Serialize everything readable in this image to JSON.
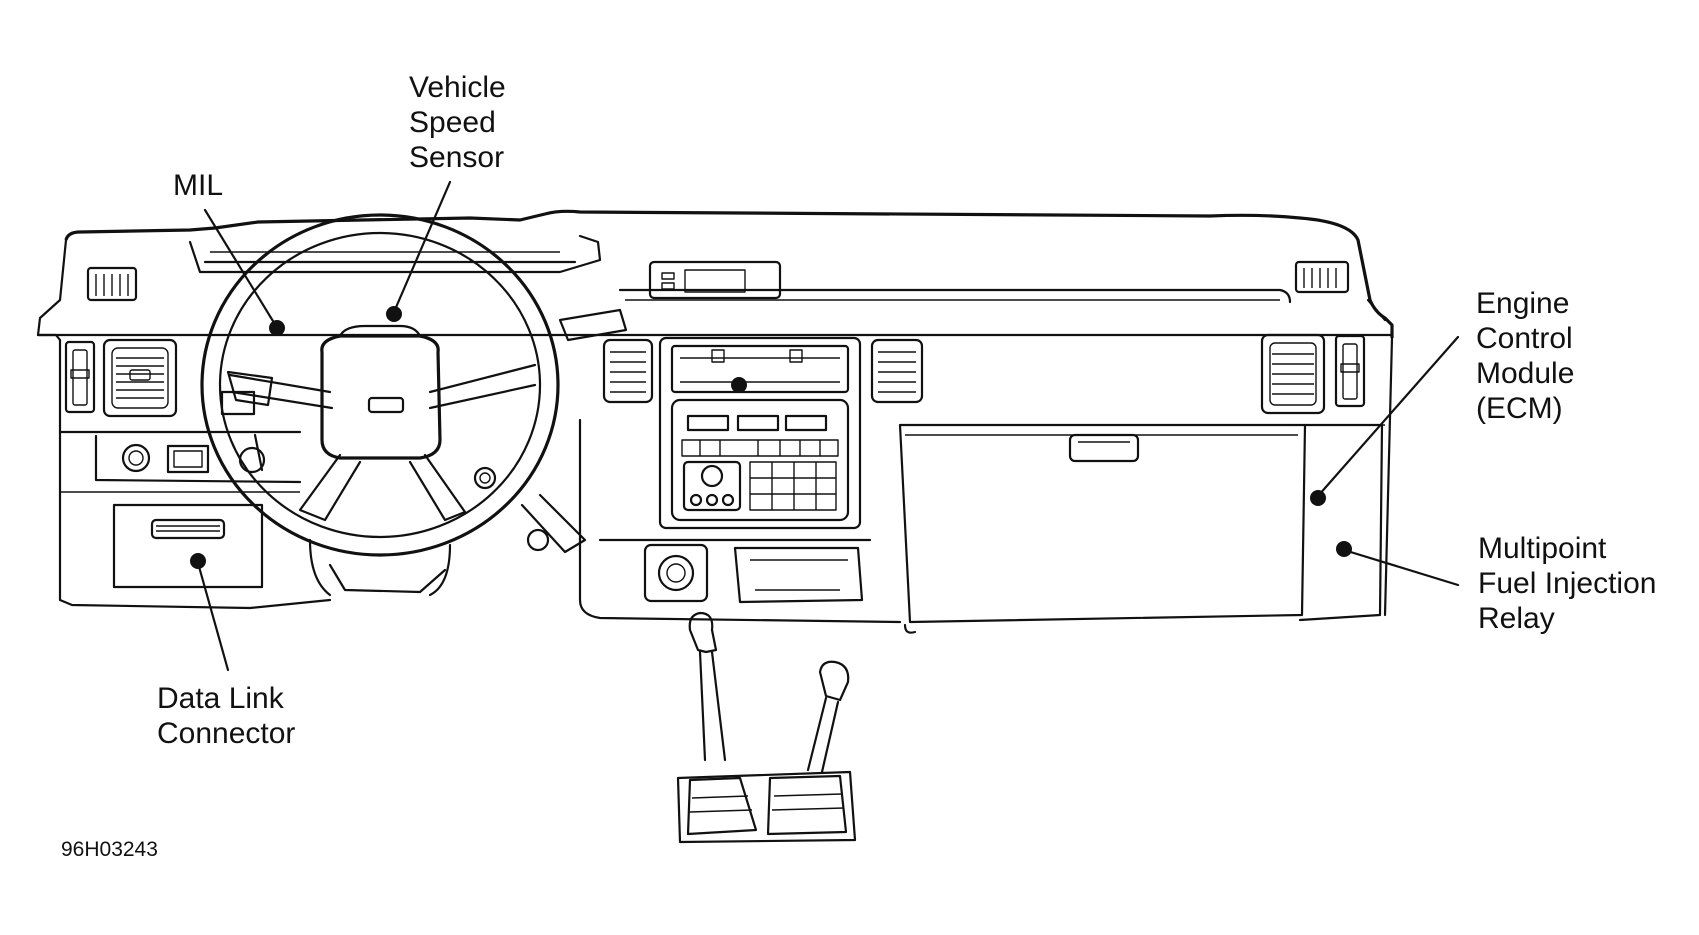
{
  "figure_id": "96H03243",
  "labels": {
    "vss": [
      "Vehicle",
      "Speed",
      "Sensor"
    ],
    "mil": [
      "MIL"
    ],
    "ecm": [
      "Engine",
      "Control",
      "Module",
      "(ECM)"
    ],
    "mfi": [
      "Multipoint",
      "Fuel Injection",
      "Relay"
    ],
    "dlc": [
      "Data Link",
      "Connector"
    ]
  }
}
